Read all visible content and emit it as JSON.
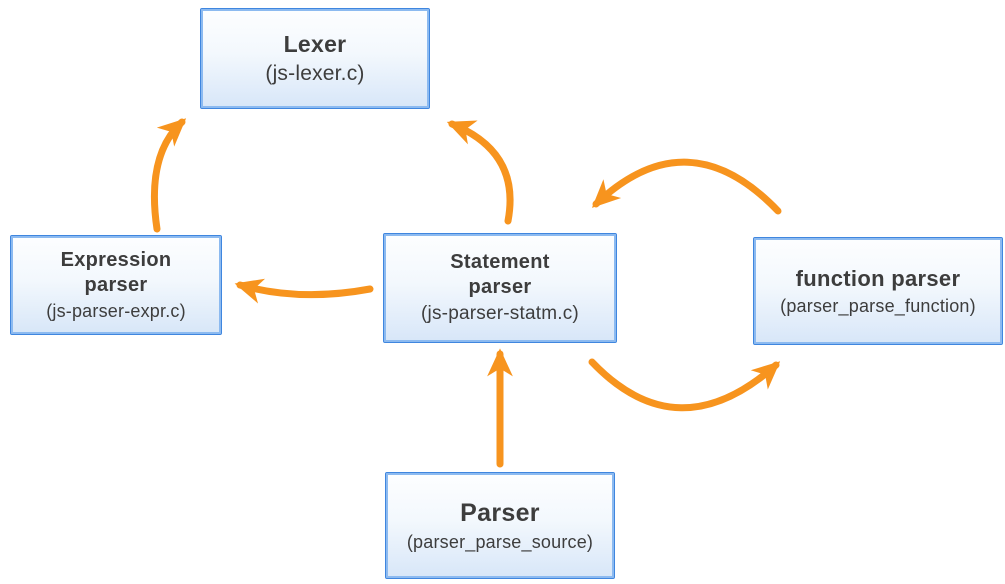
{
  "diagram": {
    "nodes": [
      {
        "id": "lexer",
        "title": "Lexer",
        "subtitle": "(js-lexer.c)"
      },
      {
        "id": "expression-parser",
        "title": "Expression parser",
        "subtitle": "(js-parser-expr.c)"
      },
      {
        "id": "statement-parser",
        "title": "Statement parser",
        "subtitle": "(js-parser-statm.c)"
      },
      {
        "id": "function-parser",
        "title": "function parser",
        "subtitle": "(parser_parse_function)"
      },
      {
        "id": "parser",
        "title": "Parser",
        "subtitle": "(parser_parse_source)"
      }
    ],
    "edges": [
      {
        "from": "expression-parser",
        "to": "lexer",
        "style": "curved"
      },
      {
        "from": "statement-parser",
        "to": "lexer",
        "style": "curved"
      },
      {
        "from": "statement-parser",
        "to": "expression-parser",
        "style": "curved"
      },
      {
        "from": "function-parser",
        "to": "statement-parser",
        "style": "arc-over"
      },
      {
        "from": "statement-parser",
        "to": "function-parser",
        "style": "arc-under"
      },
      {
        "from": "parser",
        "to": "statement-parser",
        "style": "straight"
      }
    ],
    "colors": {
      "arrow": "#F7941E",
      "box_border": "#3F86DF",
      "box_inner_border": "#8CBAF0",
      "box_fill_top": "#FDFEFF",
      "box_fill_bottom": "#D7E6F8",
      "text": "#3D3D3D",
      "background": "#FFFFFF"
    }
  }
}
